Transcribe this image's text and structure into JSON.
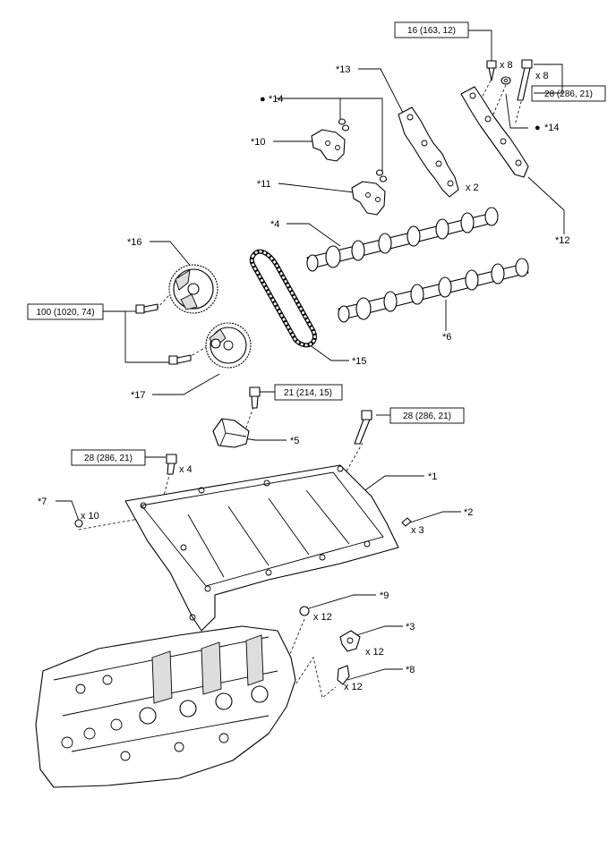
{
  "torque_specs": {
    "t1": "16 (163, 12)",
    "t2": "28 (286, 21)",
    "t3": "100 (1020, 74)",
    "t4": "21 (214, 15)",
    "t5": "28 (286, 21)",
    "t6": "28 (286, 21)"
  },
  "callouts": {
    "c13": "*13",
    "c14a": "*14",
    "c14b": "*14",
    "c10": "*10",
    "c11": "*11",
    "c12": "*12",
    "c4": "*4",
    "c16": "*16",
    "c6": "*6",
    "c15": "*15",
    "c17": "*17",
    "c5": "*5",
    "c1": "*1",
    "c7": "*7",
    "c2": "*2",
    "c9": "*9",
    "c3": "*3",
    "c8": "*8"
  },
  "quantities": {
    "q_top_bolt_left": "x 8",
    "q_top_bolt_right": "x 8",
    "q13": "x 2",
    "q_bolt_left": "x 4",
    "q7": "x 10",
    "q2": "x 3",
    "q9": "x 12",
    "q3": "x 12",
    "q8": "x 12"
  },
  "bullet": "●"
}
